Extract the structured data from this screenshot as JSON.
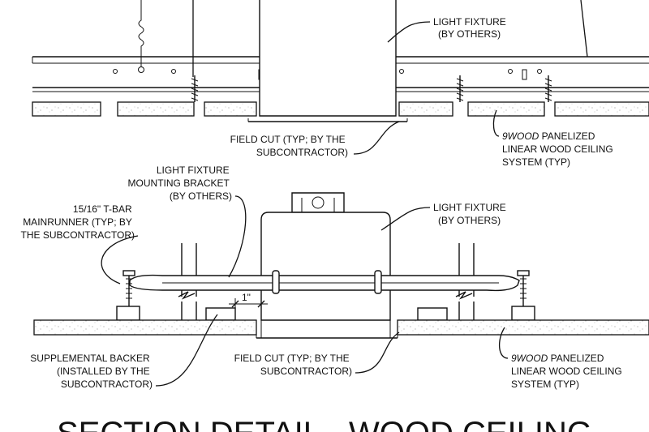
{
  "top_section": {
    "light_fixture": [
      "LIGHT FIXTURE",
      "(BY OTHERS)"
    ],
    "field_cut": [
      "FIELD CUT (TYP; BY THE",
      "SUBCONTRACTOR)"
    ],
    "ceiling_system": {
      "brand": "9WOOD",
      "lines": [
        " PANELIZED",
        "LINEAR WOOD CEILING",
        "SYSTEM (TYP)"
      ]
    }
  },
  "bottom_section": {
    "mounting_bracket": [
      "LIGHT FIXTURE",
      "MOUNTING BRACKET",
      "(BY OTHERS)"
    ],
    "mainrunner": [
      "15/16\" T-BAR",
      "MAINRUNNER  (TYP; BY",
      "THE SUBCONTRACTOR)"
    ],
    "light_fixture": [
      "LIGHT FIXTURE",
      "(BY OTHERS)"
    ],
    "dimension": "1\"",
    "backer": [
      "SUPPLEMENTAL BACKER",
      "(INSTALLED BY THE",
      "SUBCONTRACTOR)"
    ],
    "field_cut": [
      "FIELD CUT (TYP; BY THE",
      "SUBCONTRACTOR)"
    ],
    "ceiling_system": {
      "brand": "9WOOD",
      "lines": [
        " PANELIZED",
        "LINEAR WOOD CEILING",
        "SYSTEM (TYP)"
      ]
    }
  },
  "title": "SECTION DETAIL - WOOD CEILING"
}
